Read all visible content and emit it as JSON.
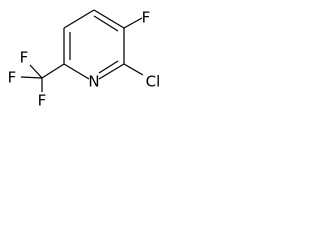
{
  "molecule": {
    "atoms": {
      "fluorine_top": "F",
      "nitrogen_ring": "N",
      "chlorine": "Cl",
      "fluorine_cf3_left": "F",
      "fluorine_cf3_top": "F",
      "fluorine_cf3_bottom": "F"
    }
  }
}
